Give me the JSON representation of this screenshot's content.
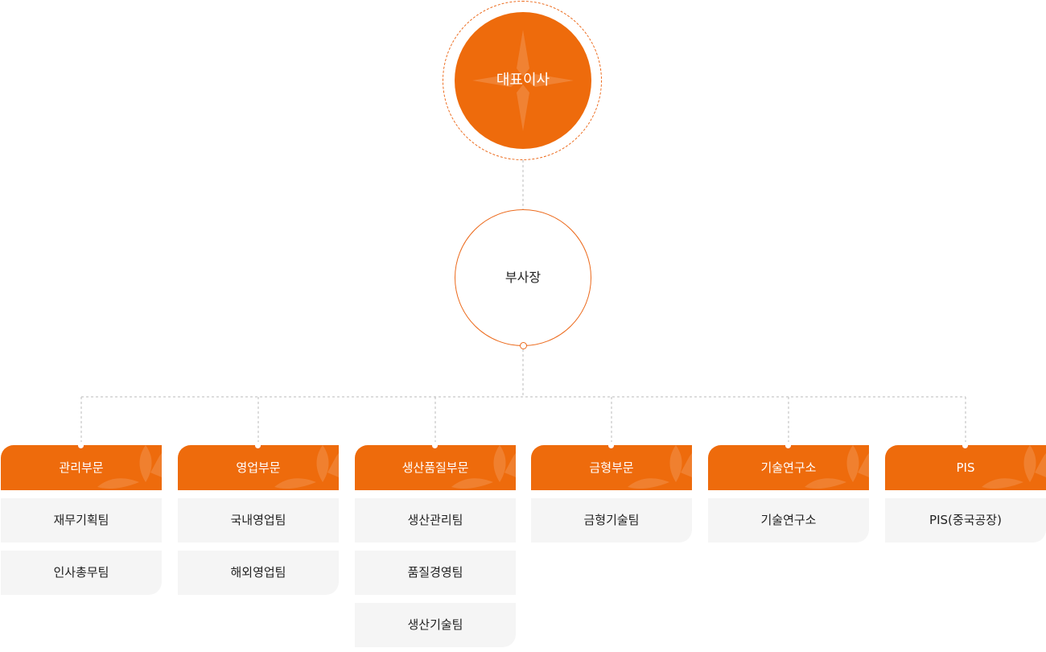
{
  "ceo": {
    "label": "대표이사"
  },
  "vice_president": {
    "label": "부사장"
  },
  "departments": [
    {
      "title": "관리부문",
      "teams": [
        "재무기획팀",
        "인사총무팀"
      ]
    },
    {
      "title": "영업부문",
      "teams": [
        "국내영업팀",
        "해외영업팀"
      ]
    },
    {
      "title": "생산품질부문",
      "teams": [
        "생산관리팀",
        "품질경영팀",
        "생산기술팀"
      ]
    },
    {
      "title": "금형부문",
      "teams": [
        "금형기술팀"
      ]
    },
    {
      "title": "기술연구소",
      "teams": [
        "기술연구소"
      ]
    },
    {
      "title": "PIS",
      "teams": [
        "PIS(중국공장)"
      ]
    }
  ],
  "colors": {
    "accent": "#ee6b0c",
    "connector": "#bbbbbb",
    "team_background": "#f5f5f5"
  }
}
